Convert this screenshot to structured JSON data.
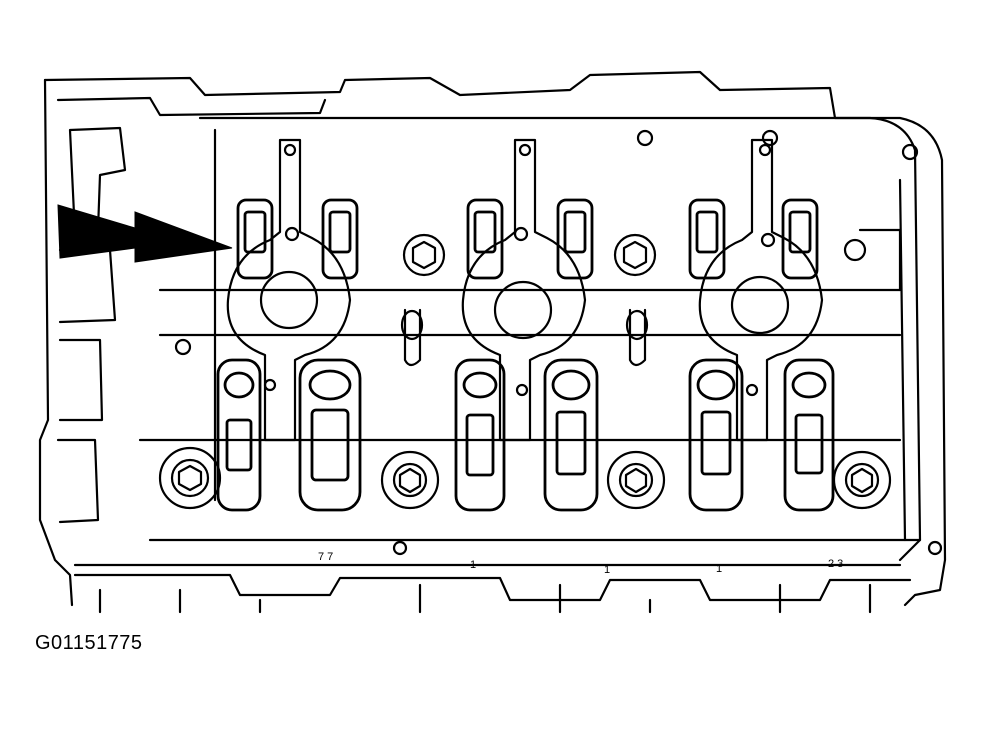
{
  "figure": {
    "code": "G01151775",
    "line_color": "#000000",
    "background_color": "#ffffff"
  },
  "callouts": [
    {
      "icon": "arrow-icon",
      "points_to": "rocker-arm-retainer-left"
    }
  ],
  "drawing_marks": [
    "7 7",
    "1",
    "1",
    "1",
    "2 3"
  ]
}
